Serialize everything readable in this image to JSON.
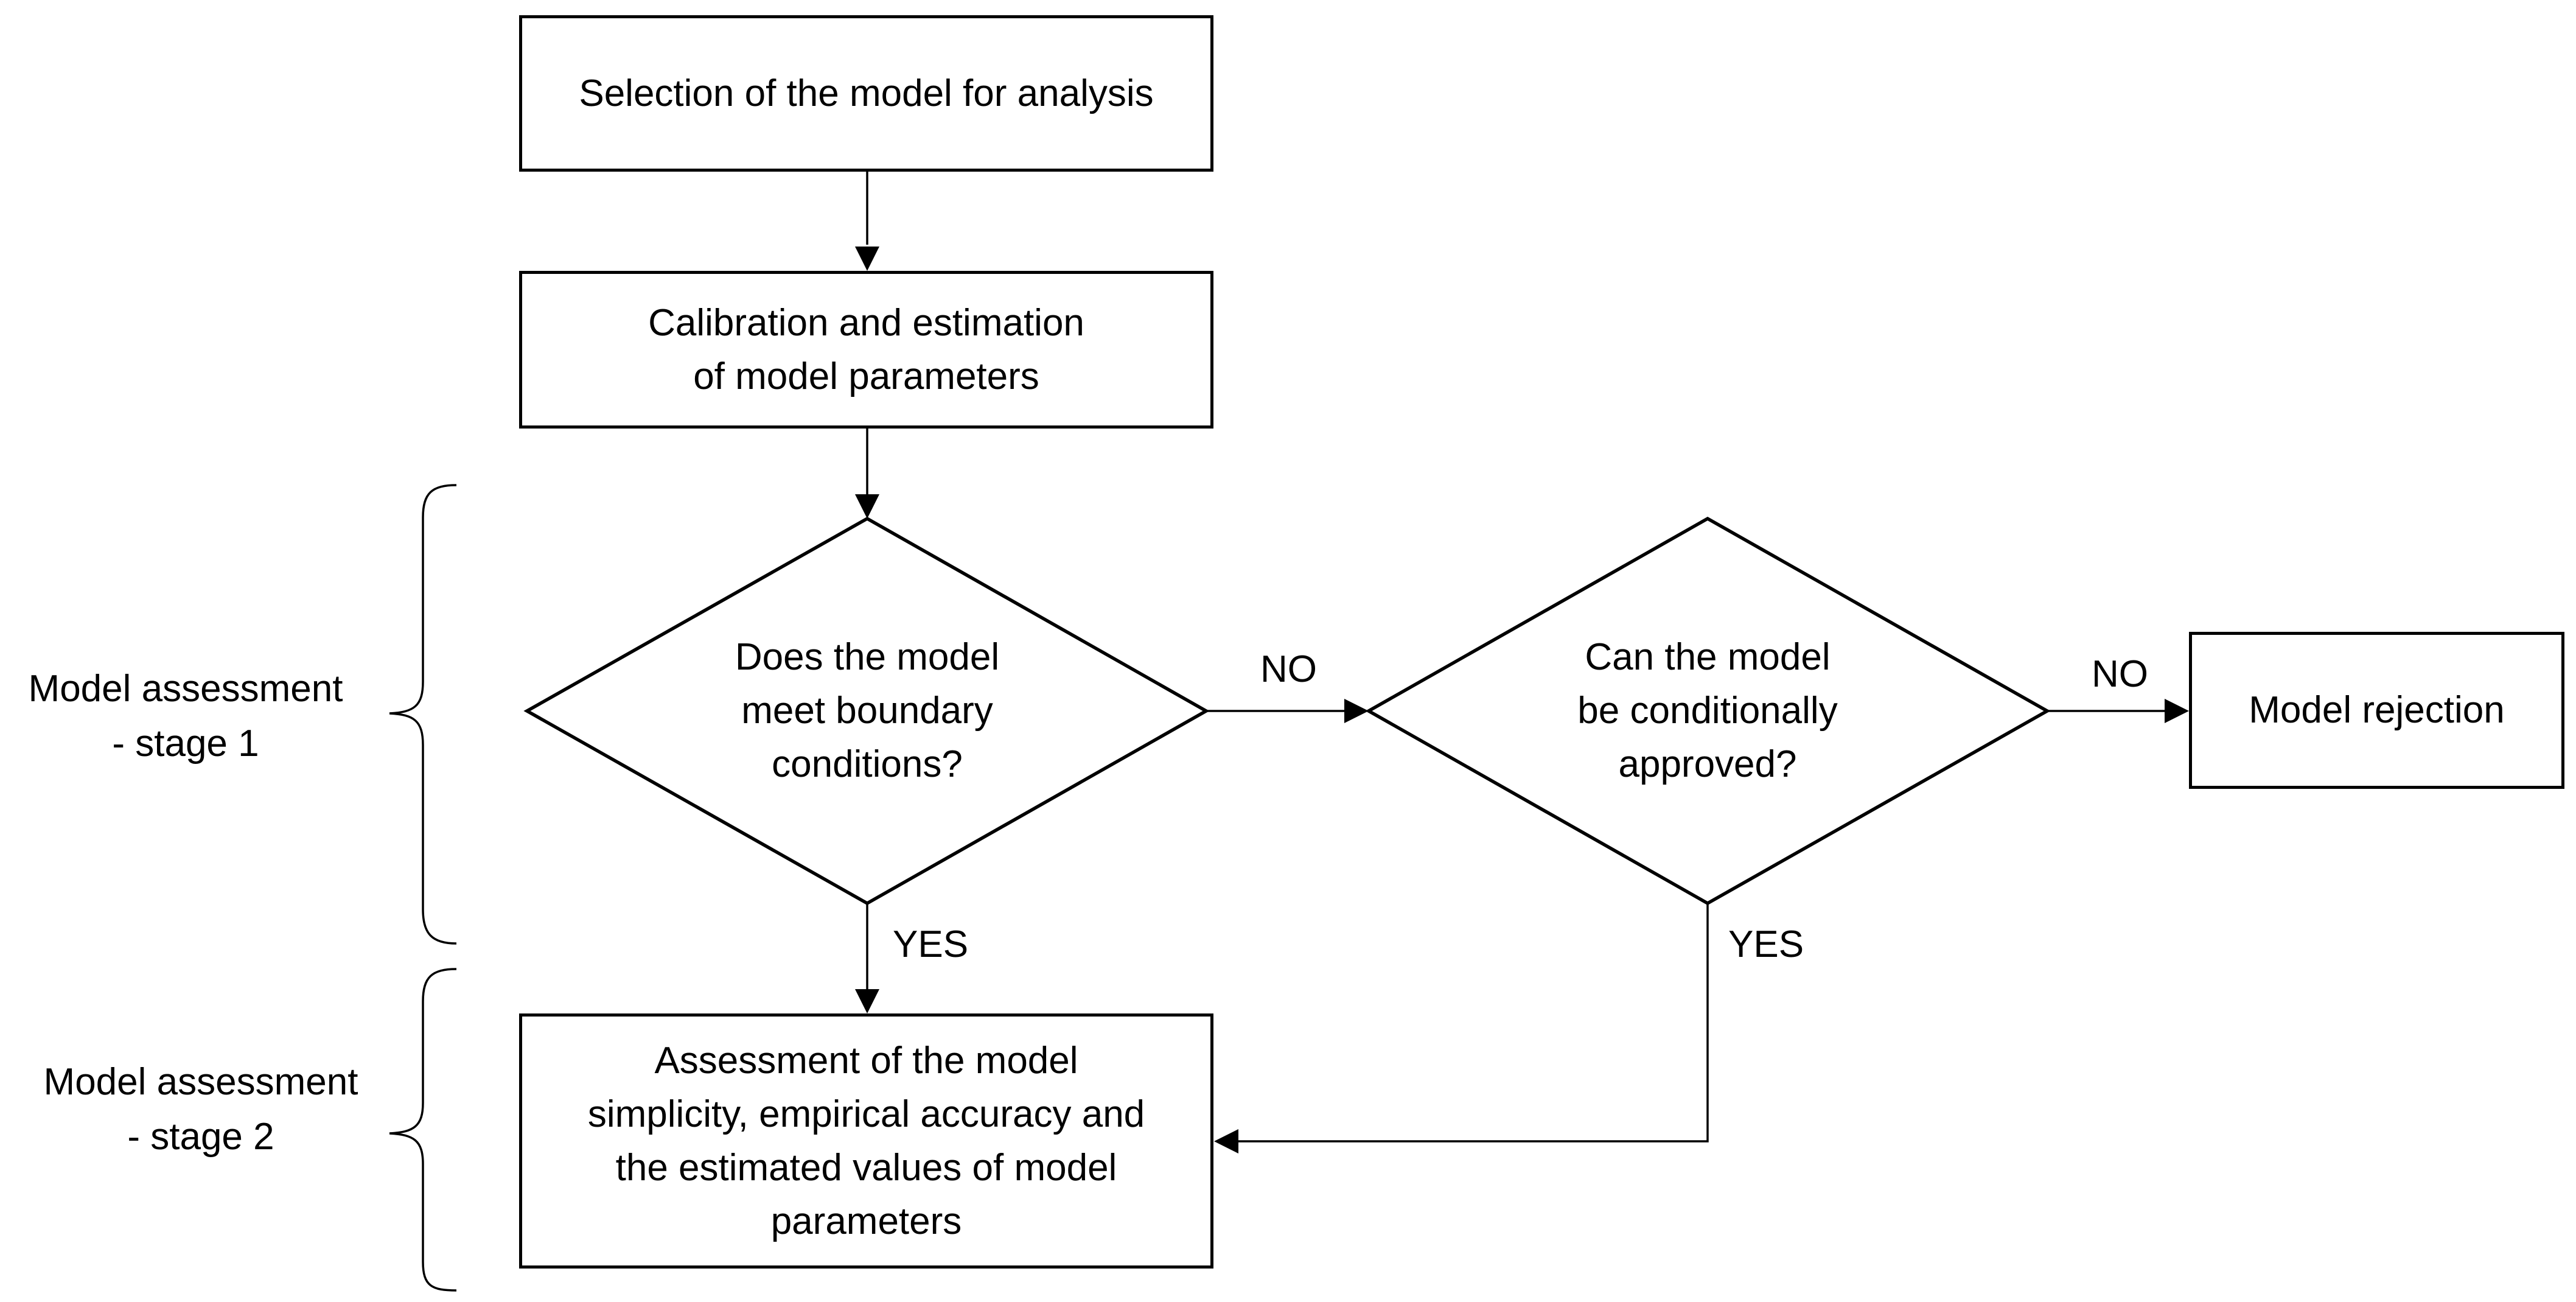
{
  "nodes": {
    "selection": "Selection of the model for analysis",
    "calibration": "Calibration and estimation\nof model parameters",
    "decision_boundary": "Does the model\nmeet boundary\nconditions?",
    "decision_conditional": "Can the model\nbe conditionally\napproved?",
    "rejection": "Model rejection",
    "assessment": "Assessment of the model\nsimplicity, empirical accuracy and\nthe estimated values of model\nparameters"
  },
  "edge_labels": {
    "boundary_no": "NO",
    "conditional_no": "NO",
    "boundary_yes": "YES",
    "conditional_yes": "YES"
  },
  "stages": {
    "stage1": "Model assessment\n- stage 1",
    "stage2": "Model assessment\n- stage 2"
  }
}
